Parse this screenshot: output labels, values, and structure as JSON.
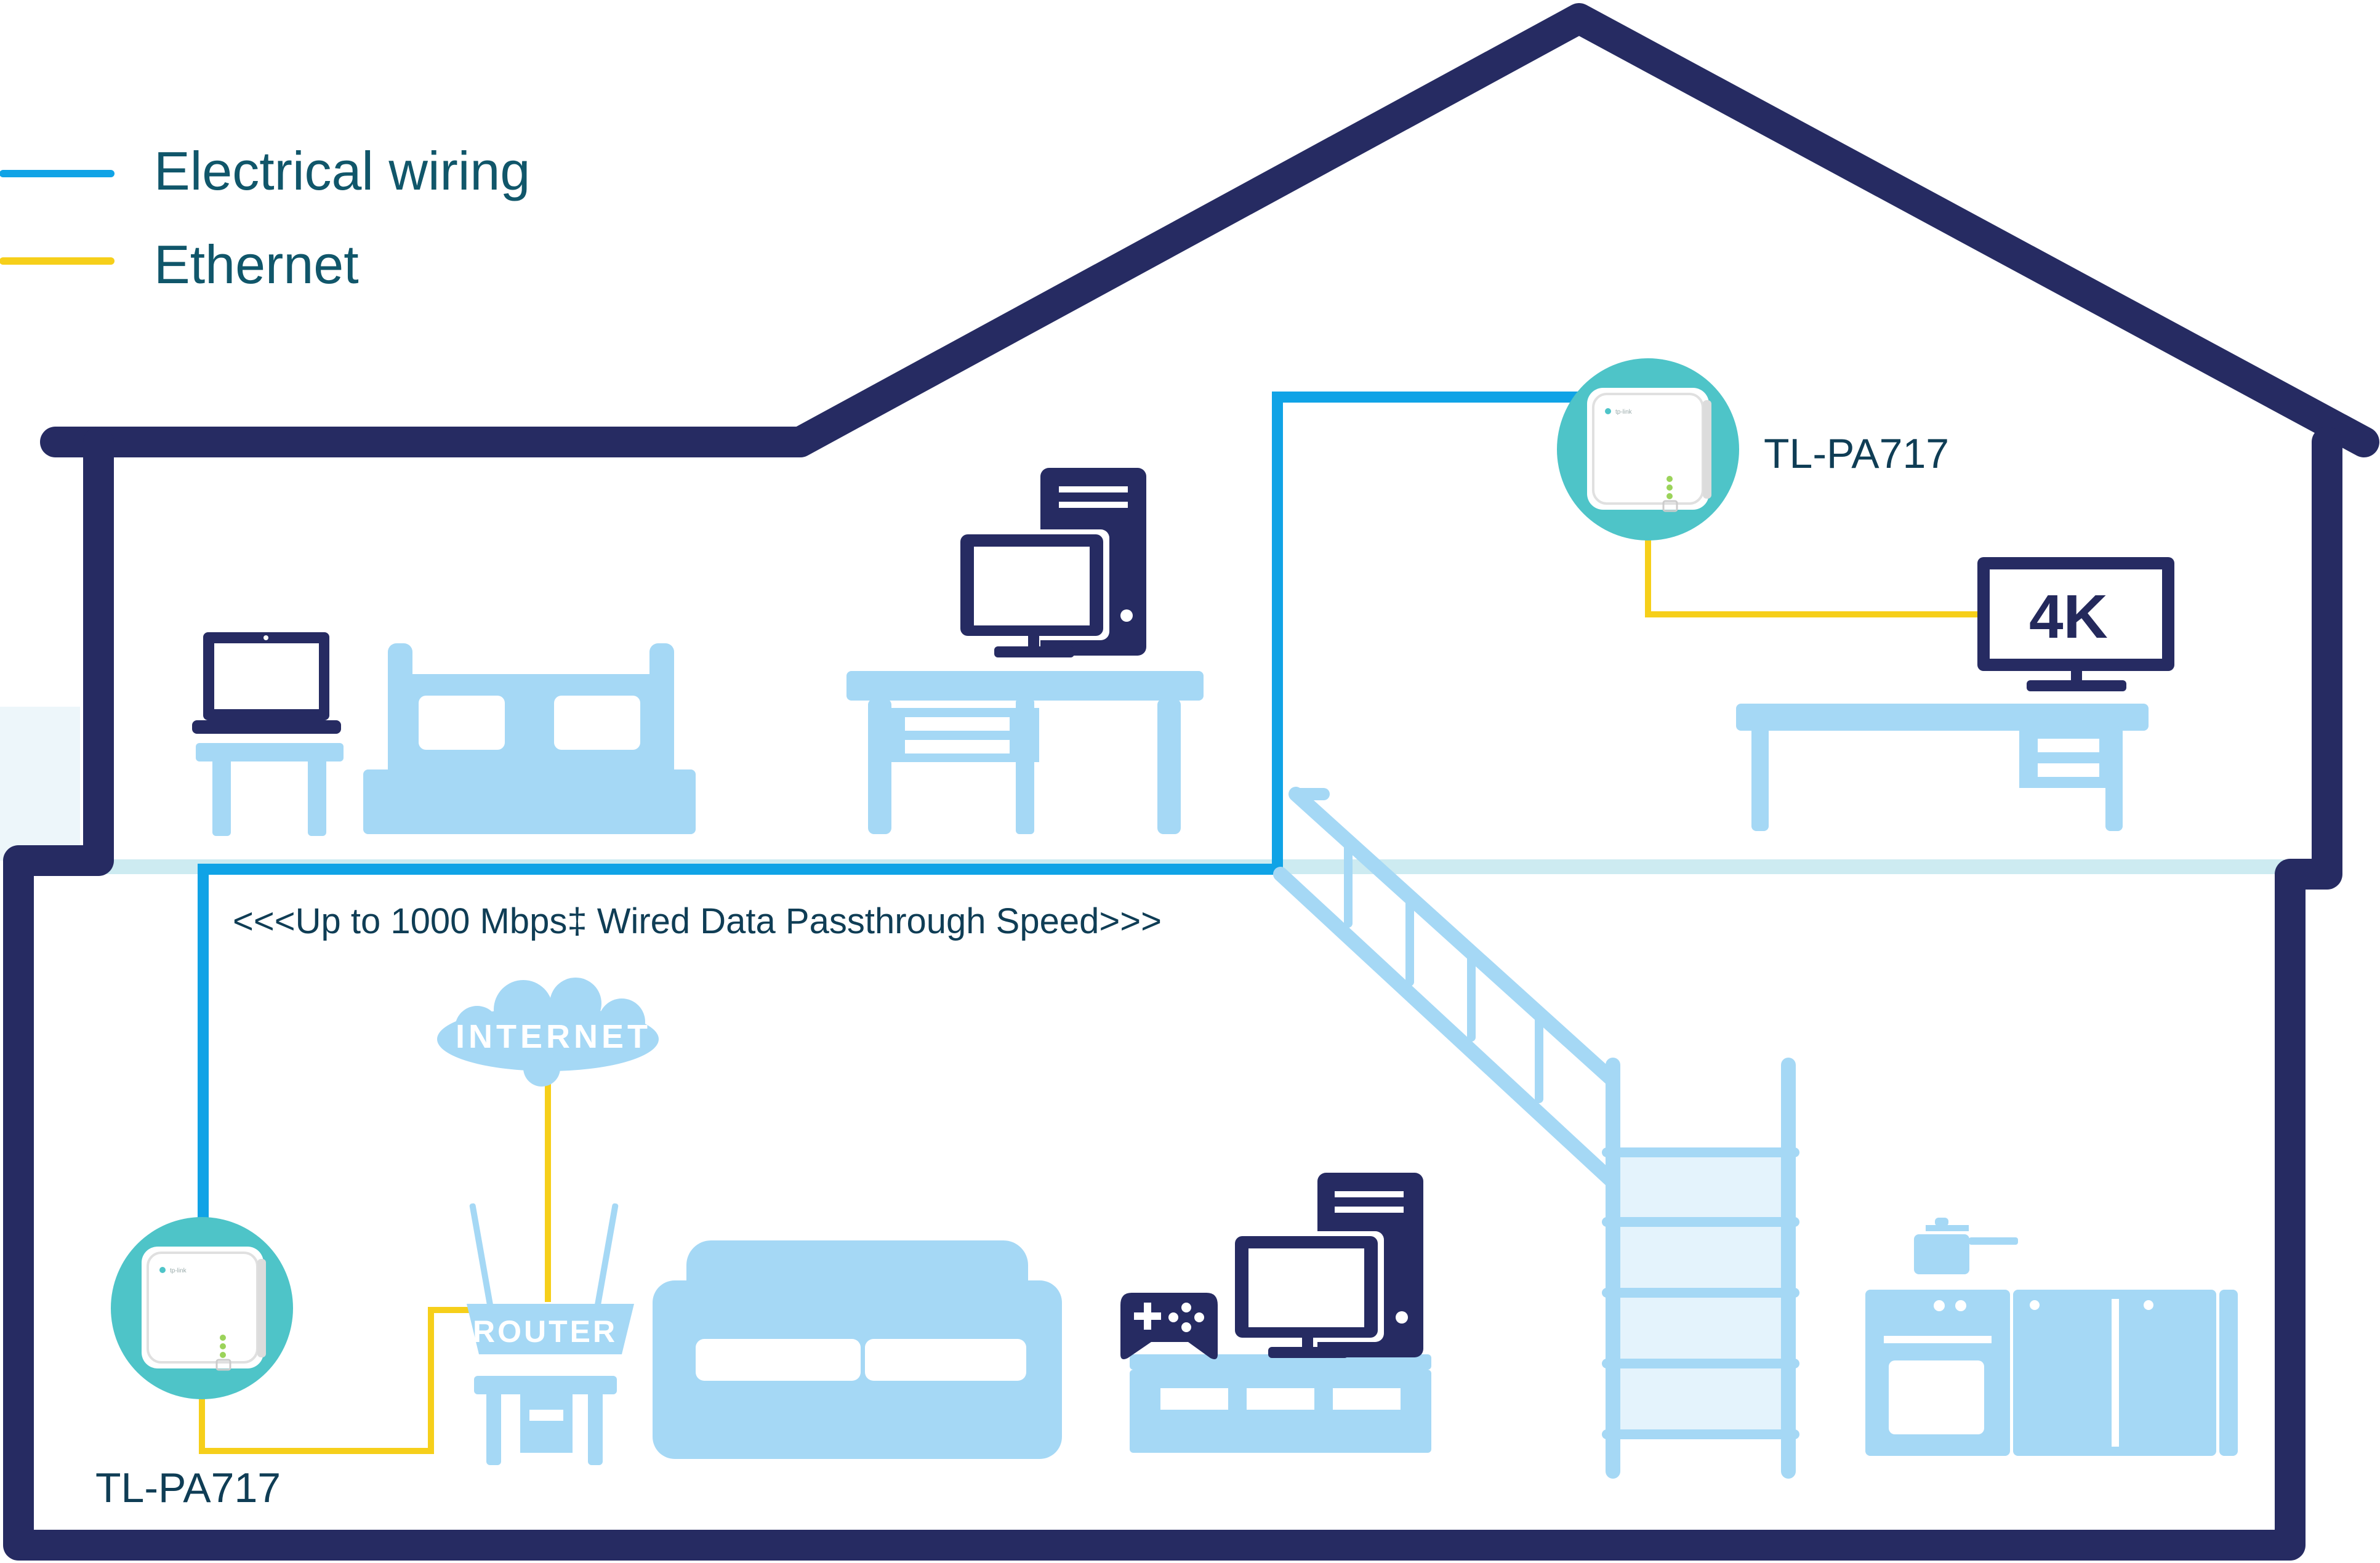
{
  "legend": {
    "electrical_label": "Electrical wiring",
    "ethernet_label": "Ethernet"
  },
  "devices": {
    "upstairs_adapter_label": "TL-PA717",
    "downstairs_adapter_label": "TL-PA717",
    "adapter_brand": "tp-link",
    "tv_label": "4K",
    "router_label": "ROUTER",
    "internet_label": "INTERNET"
  },
  "speed_note": "<<<Up to 1000 Mbps‡ Wired Data Passthrough Speed>>>",
  "colors": {
    "house_outline": "#262b62",
    "electrical": "#10a3e6",
    "ethernet": "#f6cf1a",
    "furniture": "#a5d8f5",
    "device_dark": "#262b62",
    "adapter_circle": "#4ec4c8",
    "floor": "#cdebf1"
  }
}
